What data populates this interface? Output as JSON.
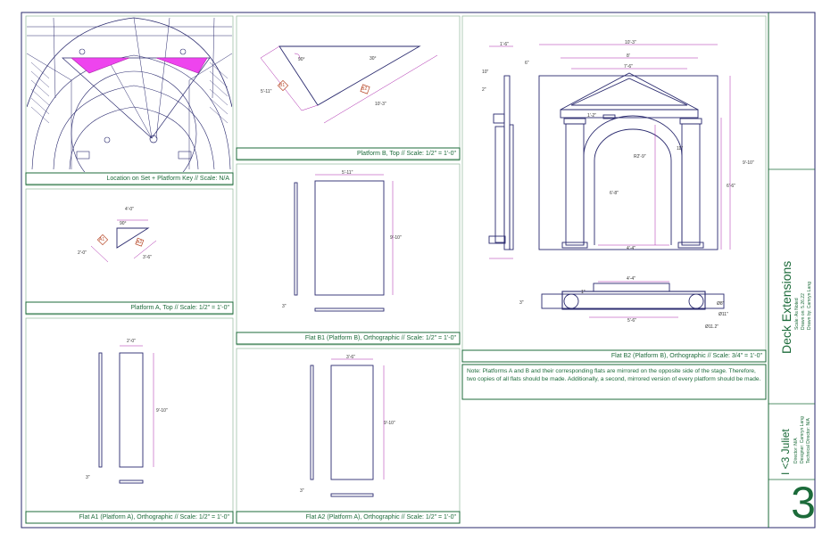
{
  "captions": {
    "location": "Location on Set + Platform Key // Scale: N/A",
    "platform_b_top": "Platform B, Top // Scale: 1/2\" = 1'-0\"",
    "platform_a_top": "Platform A, Top // Scale: 1/2\" = 1'-0\"",
    "flat_b1": "Flat B1 (Platform B), Orthographic // Scale: 1/2\" = 1'-0\"",
    "flat_b2": "Flat B2 (Platform B), Orthographic // Scale: 3/4\" = 1'-0\"",
    "flat_a1": "Flat A1 (Platform A), Orthographic // Scale: 1/2\" = 1'-0\"",
    "flat_a2": "Flat A2 (Platform A), Orthographic // Scale: 1/2\" = 1'-0\""
  },
  "note": "Note: Platforms A and B and their corresponding flats are mirrored on the opposite side of the stage. Therefore, two copies of all flats should be made. Additionally, a second, mirrored version of every platform should be made.",
  "title_block": {
    "drawing_title": "Deck Extensions",
    "drawing_meta": [
      "Scale: As Noted",
      "Drawn on: 5.26.22",
      "Drawn by: Camryn Lang"
    ],
    "show_title": "I <3 Juliet",
    "show_meta": [
      "Director: N/A",
      "Designer: Camryn Lang",
      "Technical Director: N/A"
    ],
    "sheet_number": "3"
  },
  "platform_tags": {
    "b1": "B1",
    "b2": "B2",
    "a1": "A1",
    "a2": "A2"
  },
  "dimensions": {
    "pb_angle_left": "90°",
    "pb_angle_right": "30°",
    "pb_side": "5'-11\"",
    "pb_hyp": "10'-3\"",
    "pa_top": "4'-0\"",
    "pa_angle": "90°",
    "pa_left": "2'-0\"",
    "pa_hyp": "3'-6\"",
    "b1_width": "5'-11\"",
    "b1_height": "9'-10\"",
    "b1_thick": "3\"",
    "a1_width": "2'-0\"",
    "a1_height": "9'-10\"",
    "a1_thick": "3\"",
    "a2_width": "3'-6\"",
    "a2_height": "9'-10\"",
    "a2_thick": "3\"",
    "b2_overall": "10'-3\"",
    "b2_8": "8'",
    "b2_7_6": "7'-6\"",
    "b2_1_6": "1'-6\"",
    "b2_6": "6\"",
    "b2_10": "10\"",
    "b2_2": "2\"",
    "b2_1_2": "1'-2\"",
    "b2_9_10": "9'-10\"",
    "b2_6_6": "6'-6\"",
    "b2_6_8": "6'-8\"",
    "b2_r2_9": "R2'-9\"",
    "b2_4_4": "4'-4\"",
    "b2_5_6": "5'-6\"",
    "b2_4_4b": "4'-4\"",
    "b2_11": "11\"",
    "b2_3": "3\"",
    "b2_1": "1\"",
    "b2_d8": "Ø8\"",
    "b2_d11": "Ø11\"",
    "b2_d11_2": "Ø11.2\""
  }
}
